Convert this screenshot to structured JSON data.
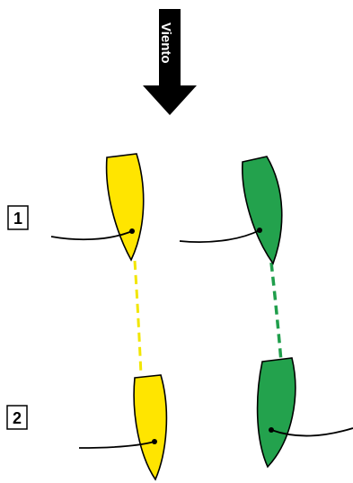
{
  "wind": {
    "label": "Viento"
  },
  "positions": [
    {
      "label": "1"
    },
    {
      "label": "2"
    }
  ],
  "colors": {
    "yellow_boat": "#FFE500",
    "green_boat": "#23A24D",
    "yellow_track": "#F2E600",
    "green_track": "#1F9E4B",
    "arrow": "#000000",
    "outline": "#000000",
    "background": "#ffffff"
  }
}
